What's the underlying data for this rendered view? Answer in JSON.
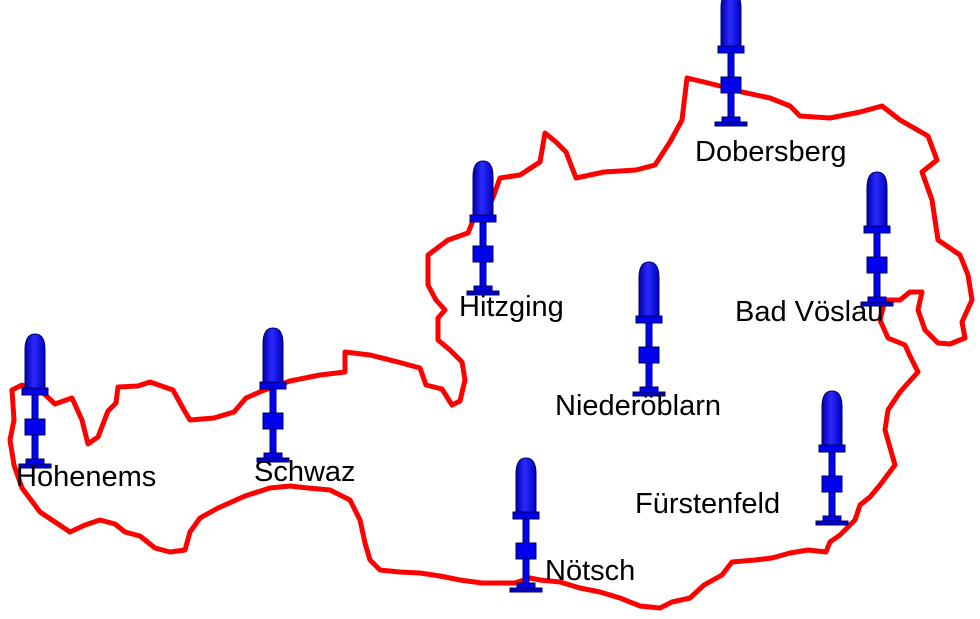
{
  "map": {
    "border_color": "#ff0000",
    "station_color": "#0000ff",
    "station_outline": "#000080",
    "station_icon": "seismometer-station-icon",
    "stations": [
      {
        "id": "dobersberg",
        "name": "Dobersberg"
      },
      {
        "id": "hitzging",
        "name": "Hitzging"
      },
      {
        "id": "bad-voeslau",
        "name": "Bad Vöslau"
      },
      {
        "id": "niederoeblarn",
        "name": "Niederöblarn"
      },
      {
        "id": "hohenems",
        "name": "Hohenems"
      },
      {
        "id": "schwaz",
        "name": "Schwaz"
      },
      {
        "id": "fuerstenfeld",
        "name": "Fürstenfeld"
      },
      {
        "id": "noetsch",
        "name": "Nötsch"
      }
    ]
  }
}
